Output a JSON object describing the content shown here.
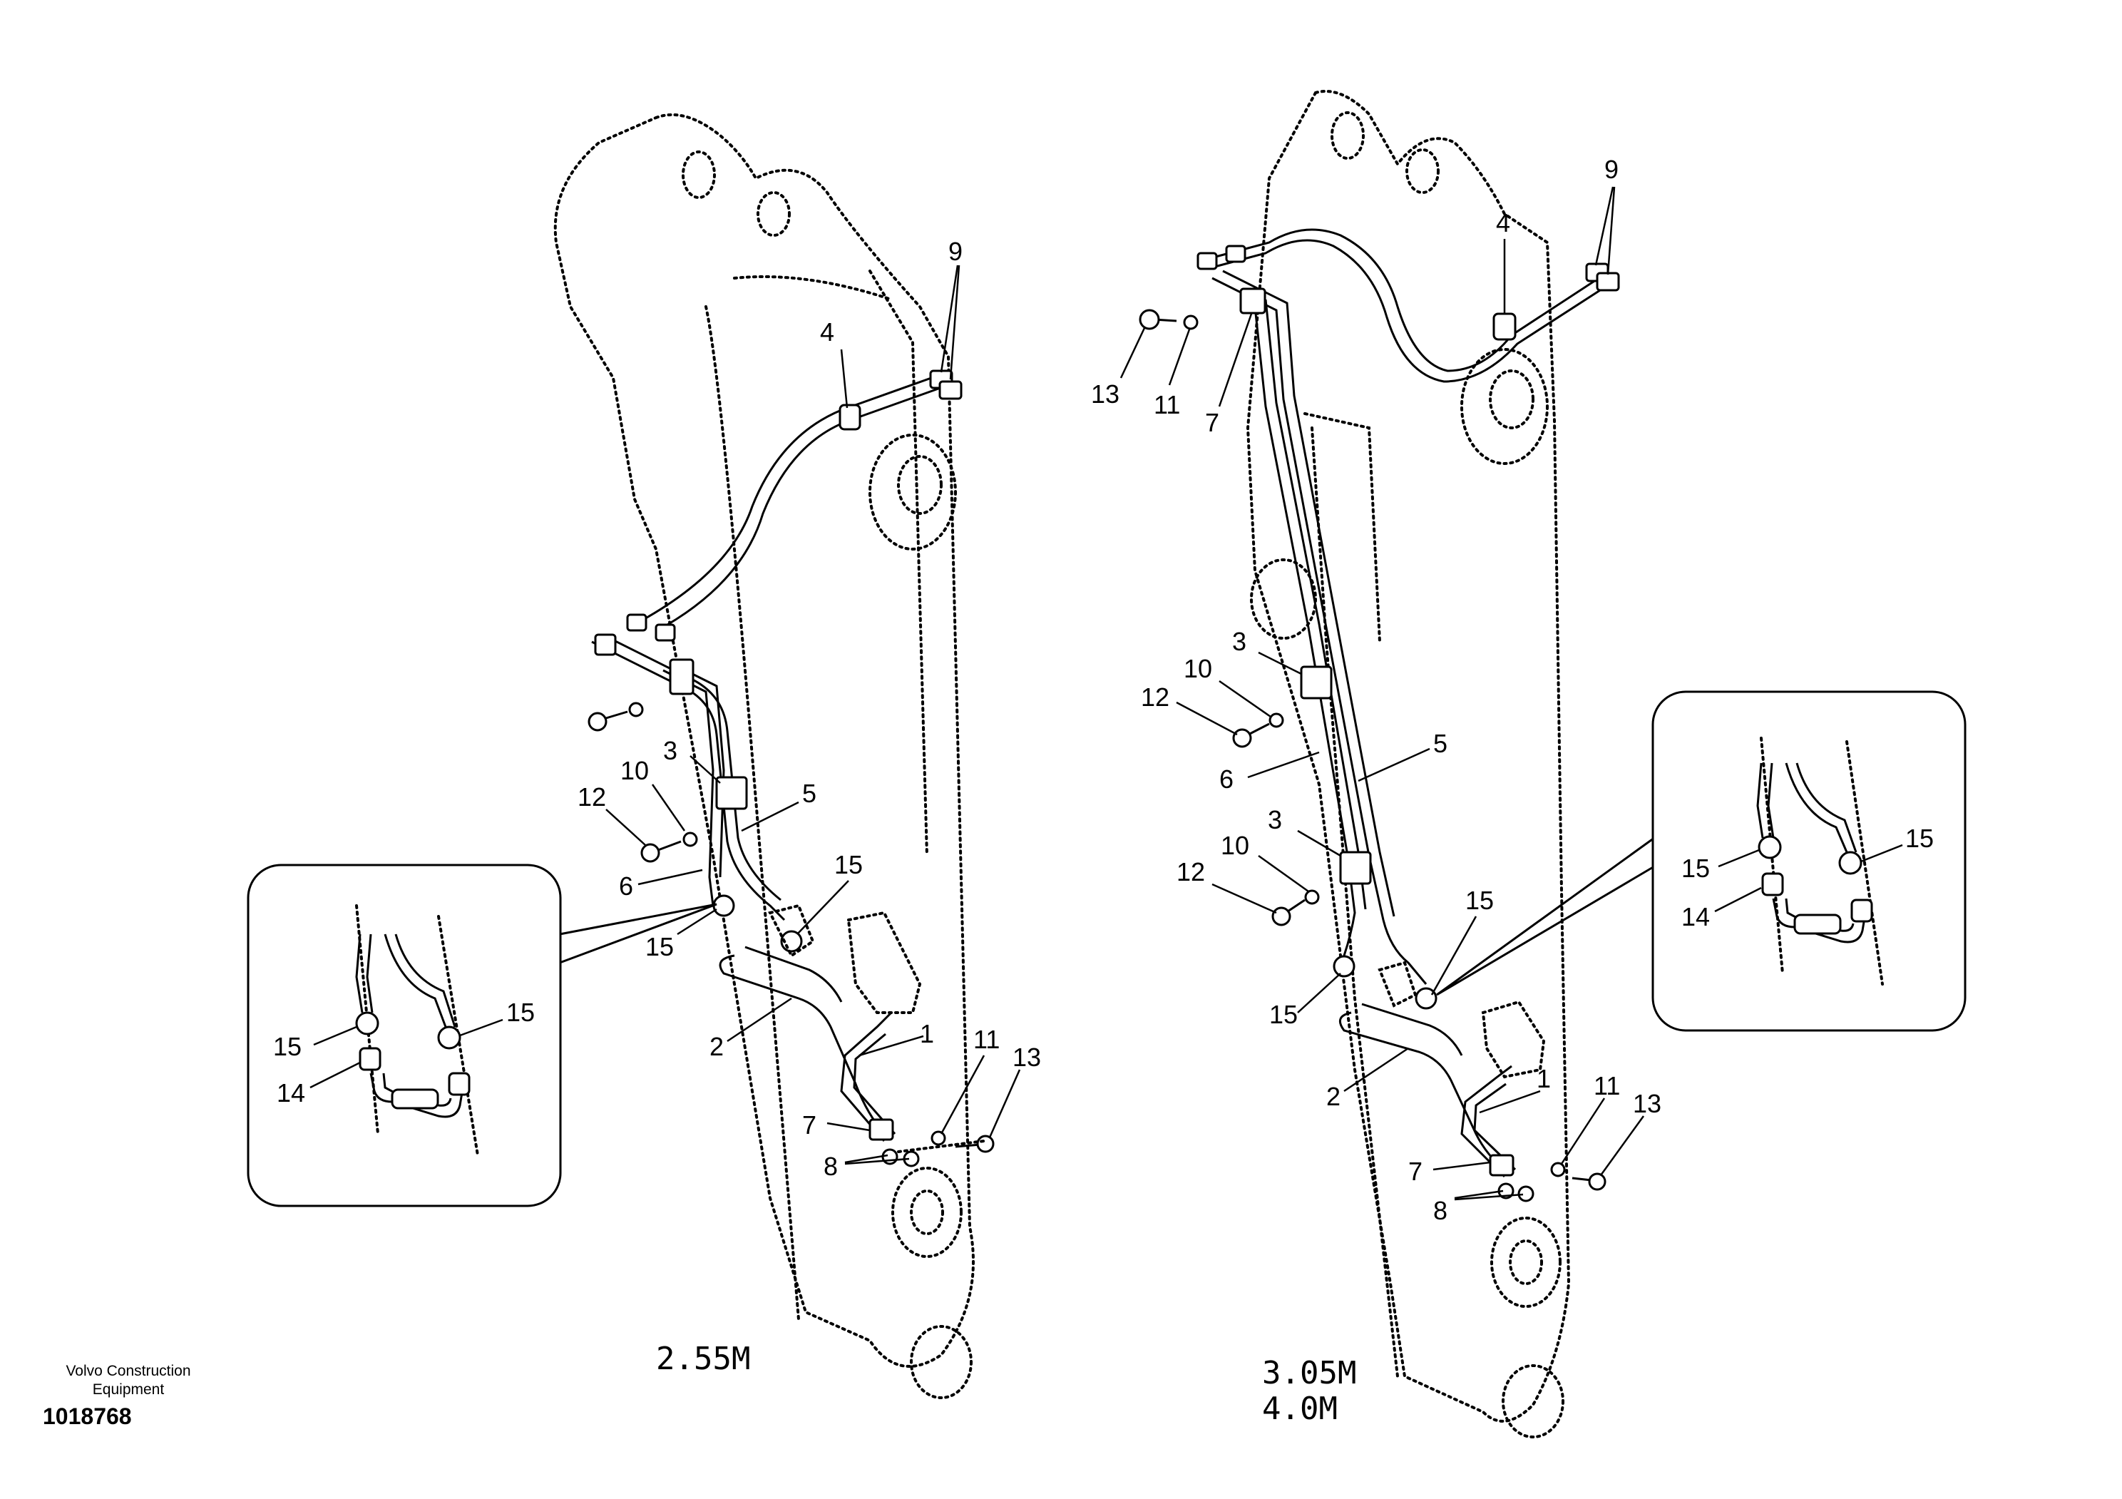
{
  "footer": {
    "brand": "Volvo Construction Equipment",
    "document_number": "1018768"
  },
  "left_view": {
    "caption": "2.55M",
    "callouts": [
      "9",
      "4",
      "3",
      "10",
      "12",
      "5",
      "6",
      "15",
      "15",
      "2",
      "1",
      "11",
      "13",
      "7",
      "8"
    ],
    "inset_callouts": [
      "15",
      "15",
      "14"
    ]
  },
  "right_view": {
    "caption_line1": "3.05M",
    "caption_line2": "4.0M",
    "callouts": [
      "9",
      "4",
      "13",
      "11",
      "7",
      "3",
      "10",
      "12",
      "5",
      "6",
      "3",
      "10",
      "12",
      "15",
      "15",
      "2",
      "1",
      "11",
      "13",
      "7",
      "8"
    ],
    "inset_callouts": [
      "15",
      "15",
      "14"
    ]
  }
}
